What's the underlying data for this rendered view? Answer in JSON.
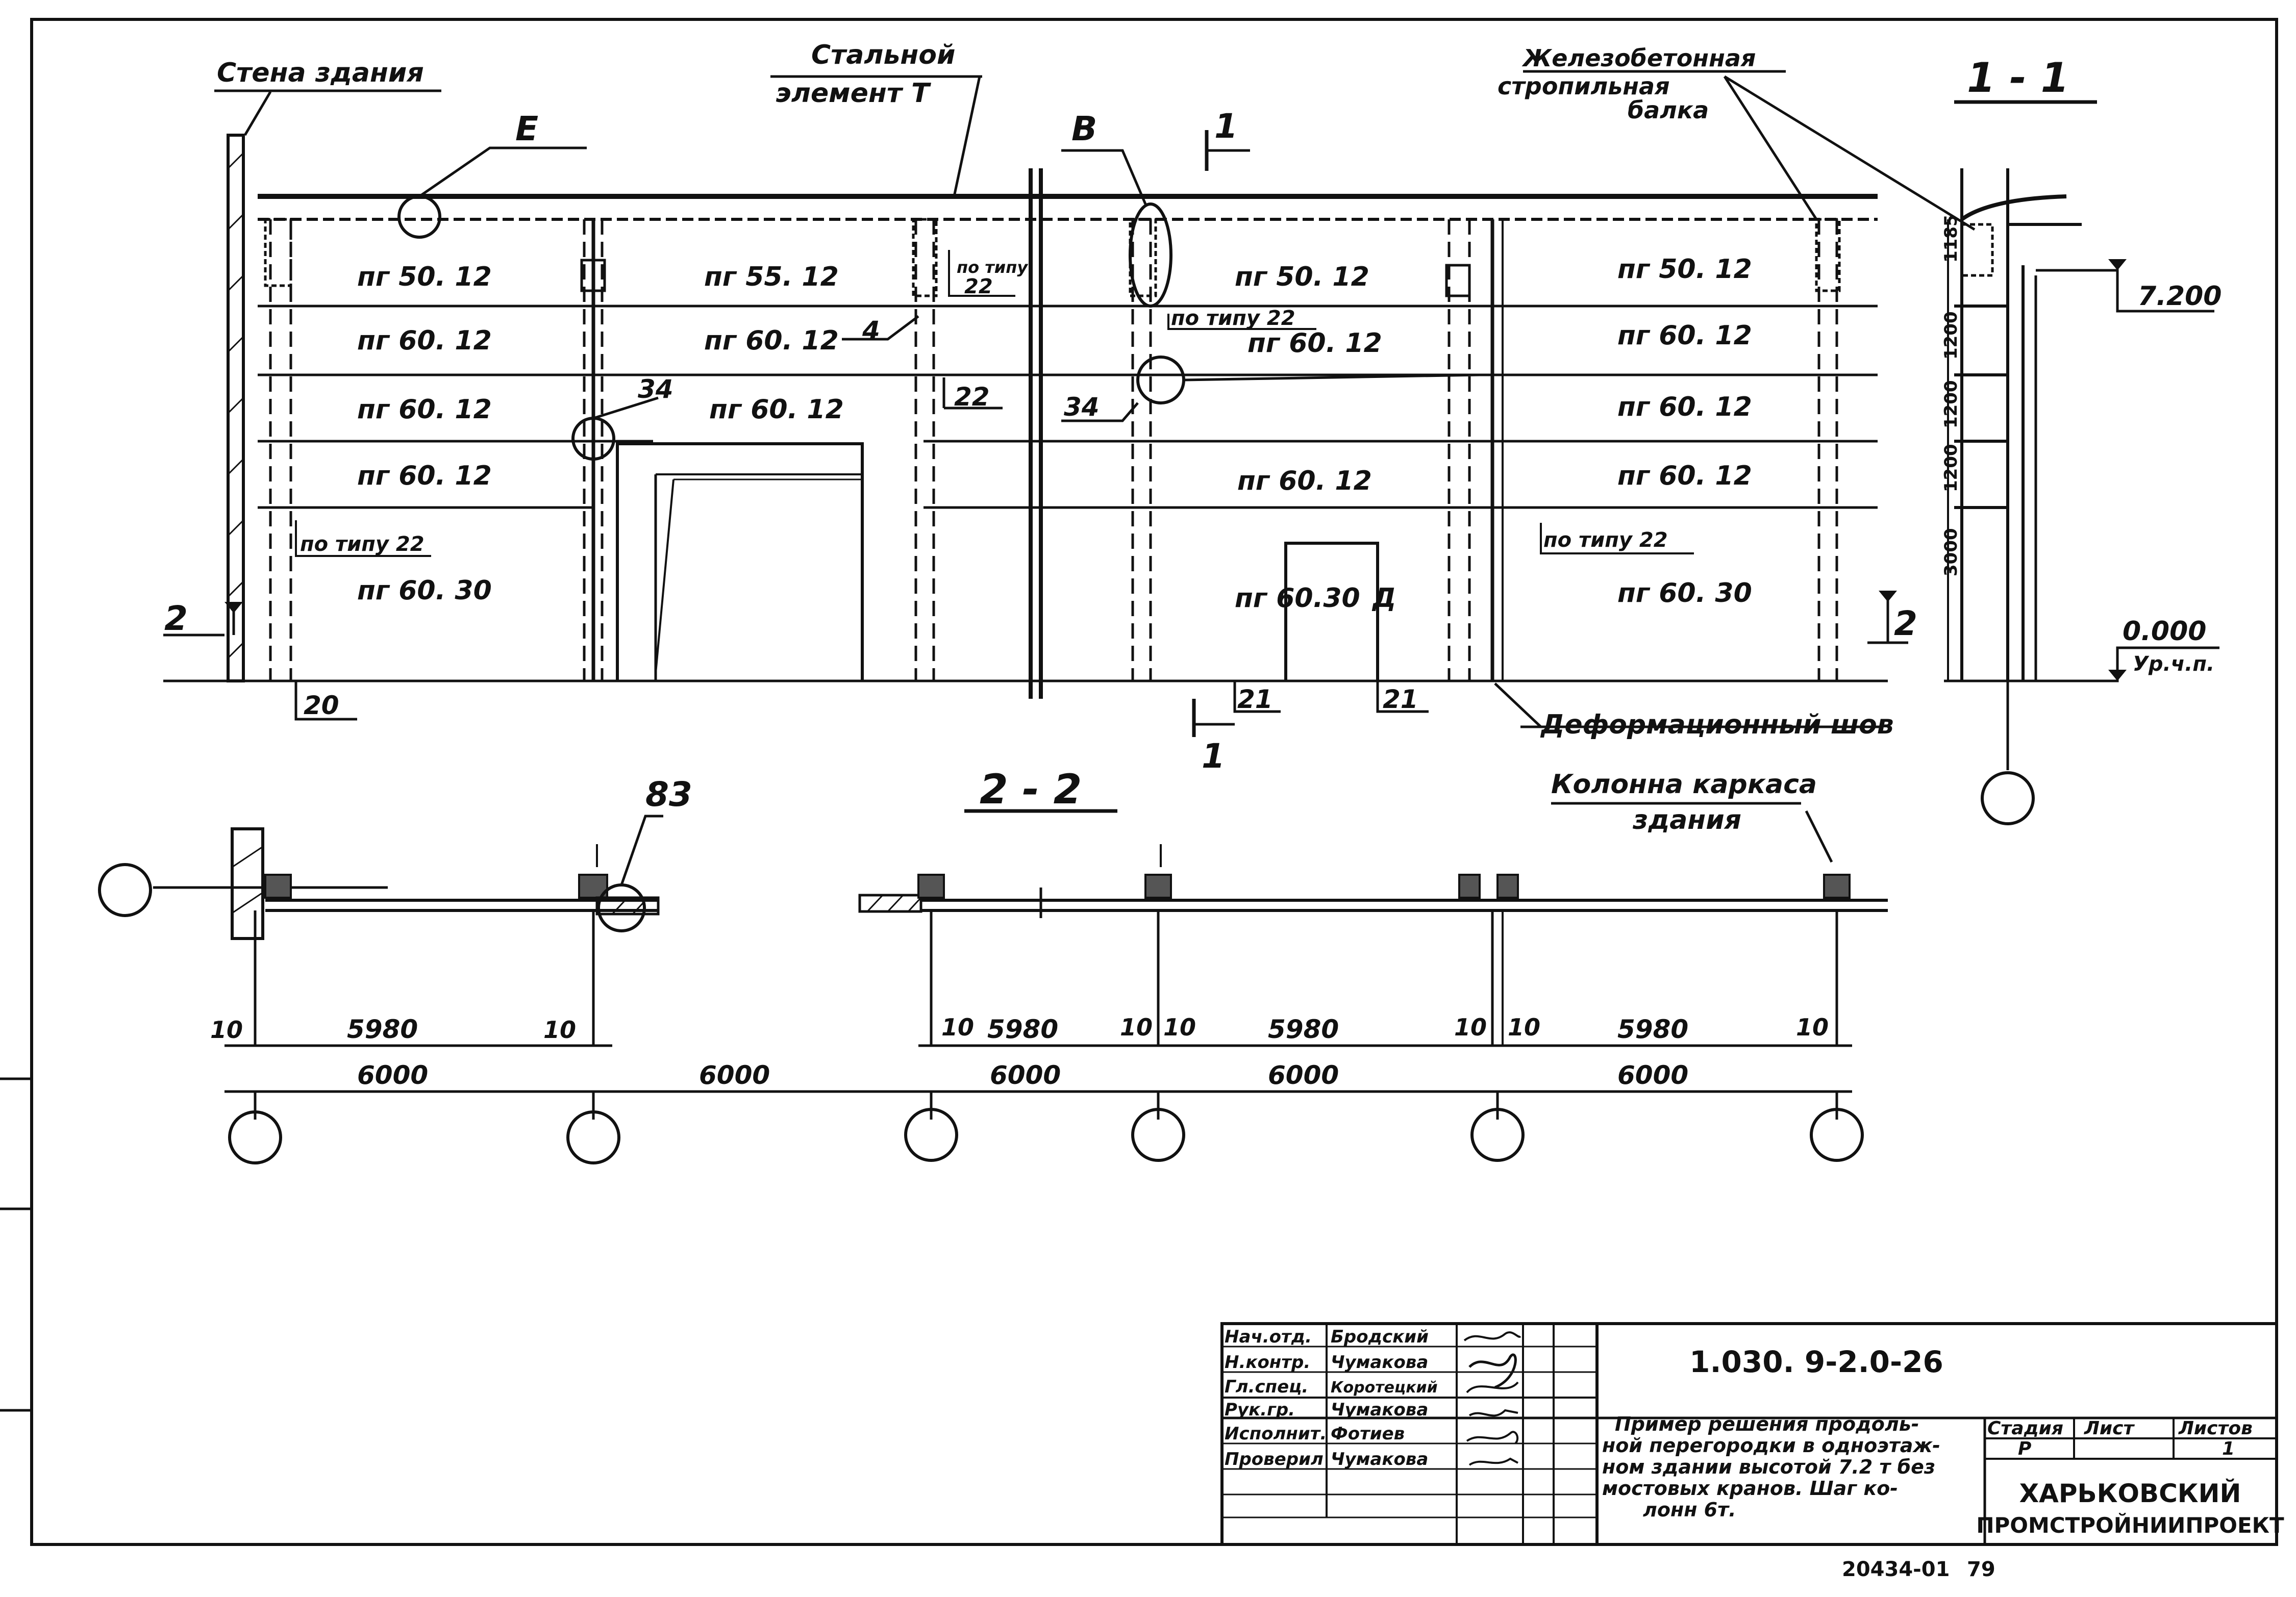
{
  "callouts": {
    "wall": "Стена здания",
    "steel_line1": "Стальной",
    "steel_line2": "элемент Т",
    "rc_line1": "Железобетонная",
    "rc_line2": "стропильная",
    "rc_line3": "балка",
    "column_line1": "Колонна каркаса",
    "column_line2": "здания",
    "joint": "Деформационный шов"
  },
  "marks": {
    "E": "Е",
    "B": "В",
    "one": "1",
    "two": "2",
    "n4": "4",
    "n20": "20",
    "n21": "21",
    "n22": "22",
    "n34": "34",
    "n83": "83",
    "by_type": "по типу",
    "by_type_22": "по типу 22",
    "door_mark": "Д"
  },
  "section_titles": {
    "s11": "1 - 1",
    "s22": "2 - 2"
  },
  "panels": {
    "col1": [
      "пг 50. 12",
      "пг 60. 12",
      "пг 60. 12",
      "пг 60. 12",
      "пг 60. 30"
    ],
    "col2": [
      "пг 55. 12",
      "пг 60. 12",
      "пг 60. 12"
    ],
    "col3": [
      "пг 50. 12",
      "пг 60. 12",
      "пг 60. 12",
      "пг 60.30"
    ],
    "col4": [
      "пг 50. 12",
      "пг 60. 12",
      "пг 60. 12",
      "пг 60. 12",
      "пг 60. 30"
    ]
  },
  "section11": {
    "heights": [
      "1185",
      "1200",
      "1200",
      "1200",
      "3000"
    ],
    "elev_top": "7.200",
    "elev_zero": "0.000",
    "floor": "Ур.ч.п."
  },
  "plan": {
    "small_dim": "10",
    "clear_span": "5980",
    "axis_spacing": "6000"
  },
  "title_block": {
    "roles": [
      "Нач.отд.",
      "Н.контр.",
      "Гл.спец.",
      "Рук.гр.",
      "Исполнит.",
      "Проверил"
    ],
    "names": [
      "Бродский",
      "Чумакова",
      "Коротецкий",
      "Чумакова",
      "Фотиев",
      "Чумакова"
    ],
    "code": "1.030. 9-2.0-26",
    "desc_lines": [
      "Пример решения продоль-",
      "ной перегородки в одноэтаж-",
      "ном здании высотой 7.2 т без",
      "мостовых кранов. Шаг ко-",
      "лонн 6т."
    ],
    "stage_hdr": "Стадия",
    "sheet_hdr": "Лист",
    "sheets_hdr": "Листов",
    "stage": "Р",
    "sheets": "1",
    "org_line1": "ХАРЬКОВСКИЙ",
    "org_line2": "ПРОМСТРОЙНИИПРОЕКТ"
  },
  "footer": {
    "doc_no": "20434-01",
    "page": "79"
  }
}
